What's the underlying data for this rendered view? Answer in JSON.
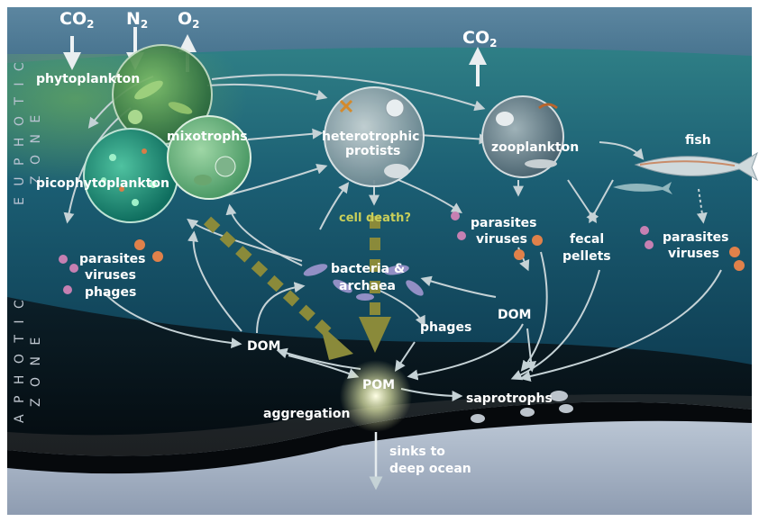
{
  "gases": {
    "co2_left": "CO",
    "co2_left_sub": "2",
    "n2": "N",
    "n2_sub": "2",
    "o2": "O",
    "o2_sub": "2",
    "co2_right": "CO",
    "co2_right_sub": "2"
  },
  "zones": {
    "euphotic": "EUPHOTIC ZONE",
    "euphotic_line1": "E U P H O T I C",
    "euphotic_line2": "Z O N E",
    "aphotic_line1": "A P H O T I C",
    "aphotic_line2": "Z O N E"
  },
  "nodes": {
    "phytoplankton": "phytoplankton",
    "mixotrophs": "mixotrophs",
    "picophytoplankton": "picophytoplankton",
    "heterotrophic_line1": "heterotrophic",
    "heterotrophic_line2": "protists",
    "zooplankton": "zooplankton",
    "fish": "fish",
    "cell_death": "cell death?",
    "parasites_mid_line1": "parasites",
    "parasites_mid_line2": "viruses",
    "fecal_line1": "fecal",
    "fecal_line2": "pellets",
    "parasites_right_line1": "parasites",
    "parasites_right_line2": "viruses",
    "parasites_left_line1": "parasites",
    "parasites_left_line2": "viruses",
    "parasites_left_line3": "phages",
    "bacteria_line1": "bacteria &",
    "bacteria_line2": "archaea",
    "dom_right": "DOM",
    "phages": "phages",
    "dom_left": "DOM",
    "pom": "POM",
    "saprotrophs": "saprotrophs",
    "aggregation": "aggregation",
    "sinks_line1": "sinks to",
    "sinks_line2": "deep ocean"
  },
  "colors": {
    "surface": "#4b7590",
    "euphotic": "#1f6a7c",
    "deep": "#0e3e55",
    "aphotic": "#050608",
    "seafloor": "#a9b6c8",
    "arrow": "#c5d2d6",
    "olive_arrow": "#8a8a3a",
    "cell_death_text": "#c9cf5a"
  }
}
